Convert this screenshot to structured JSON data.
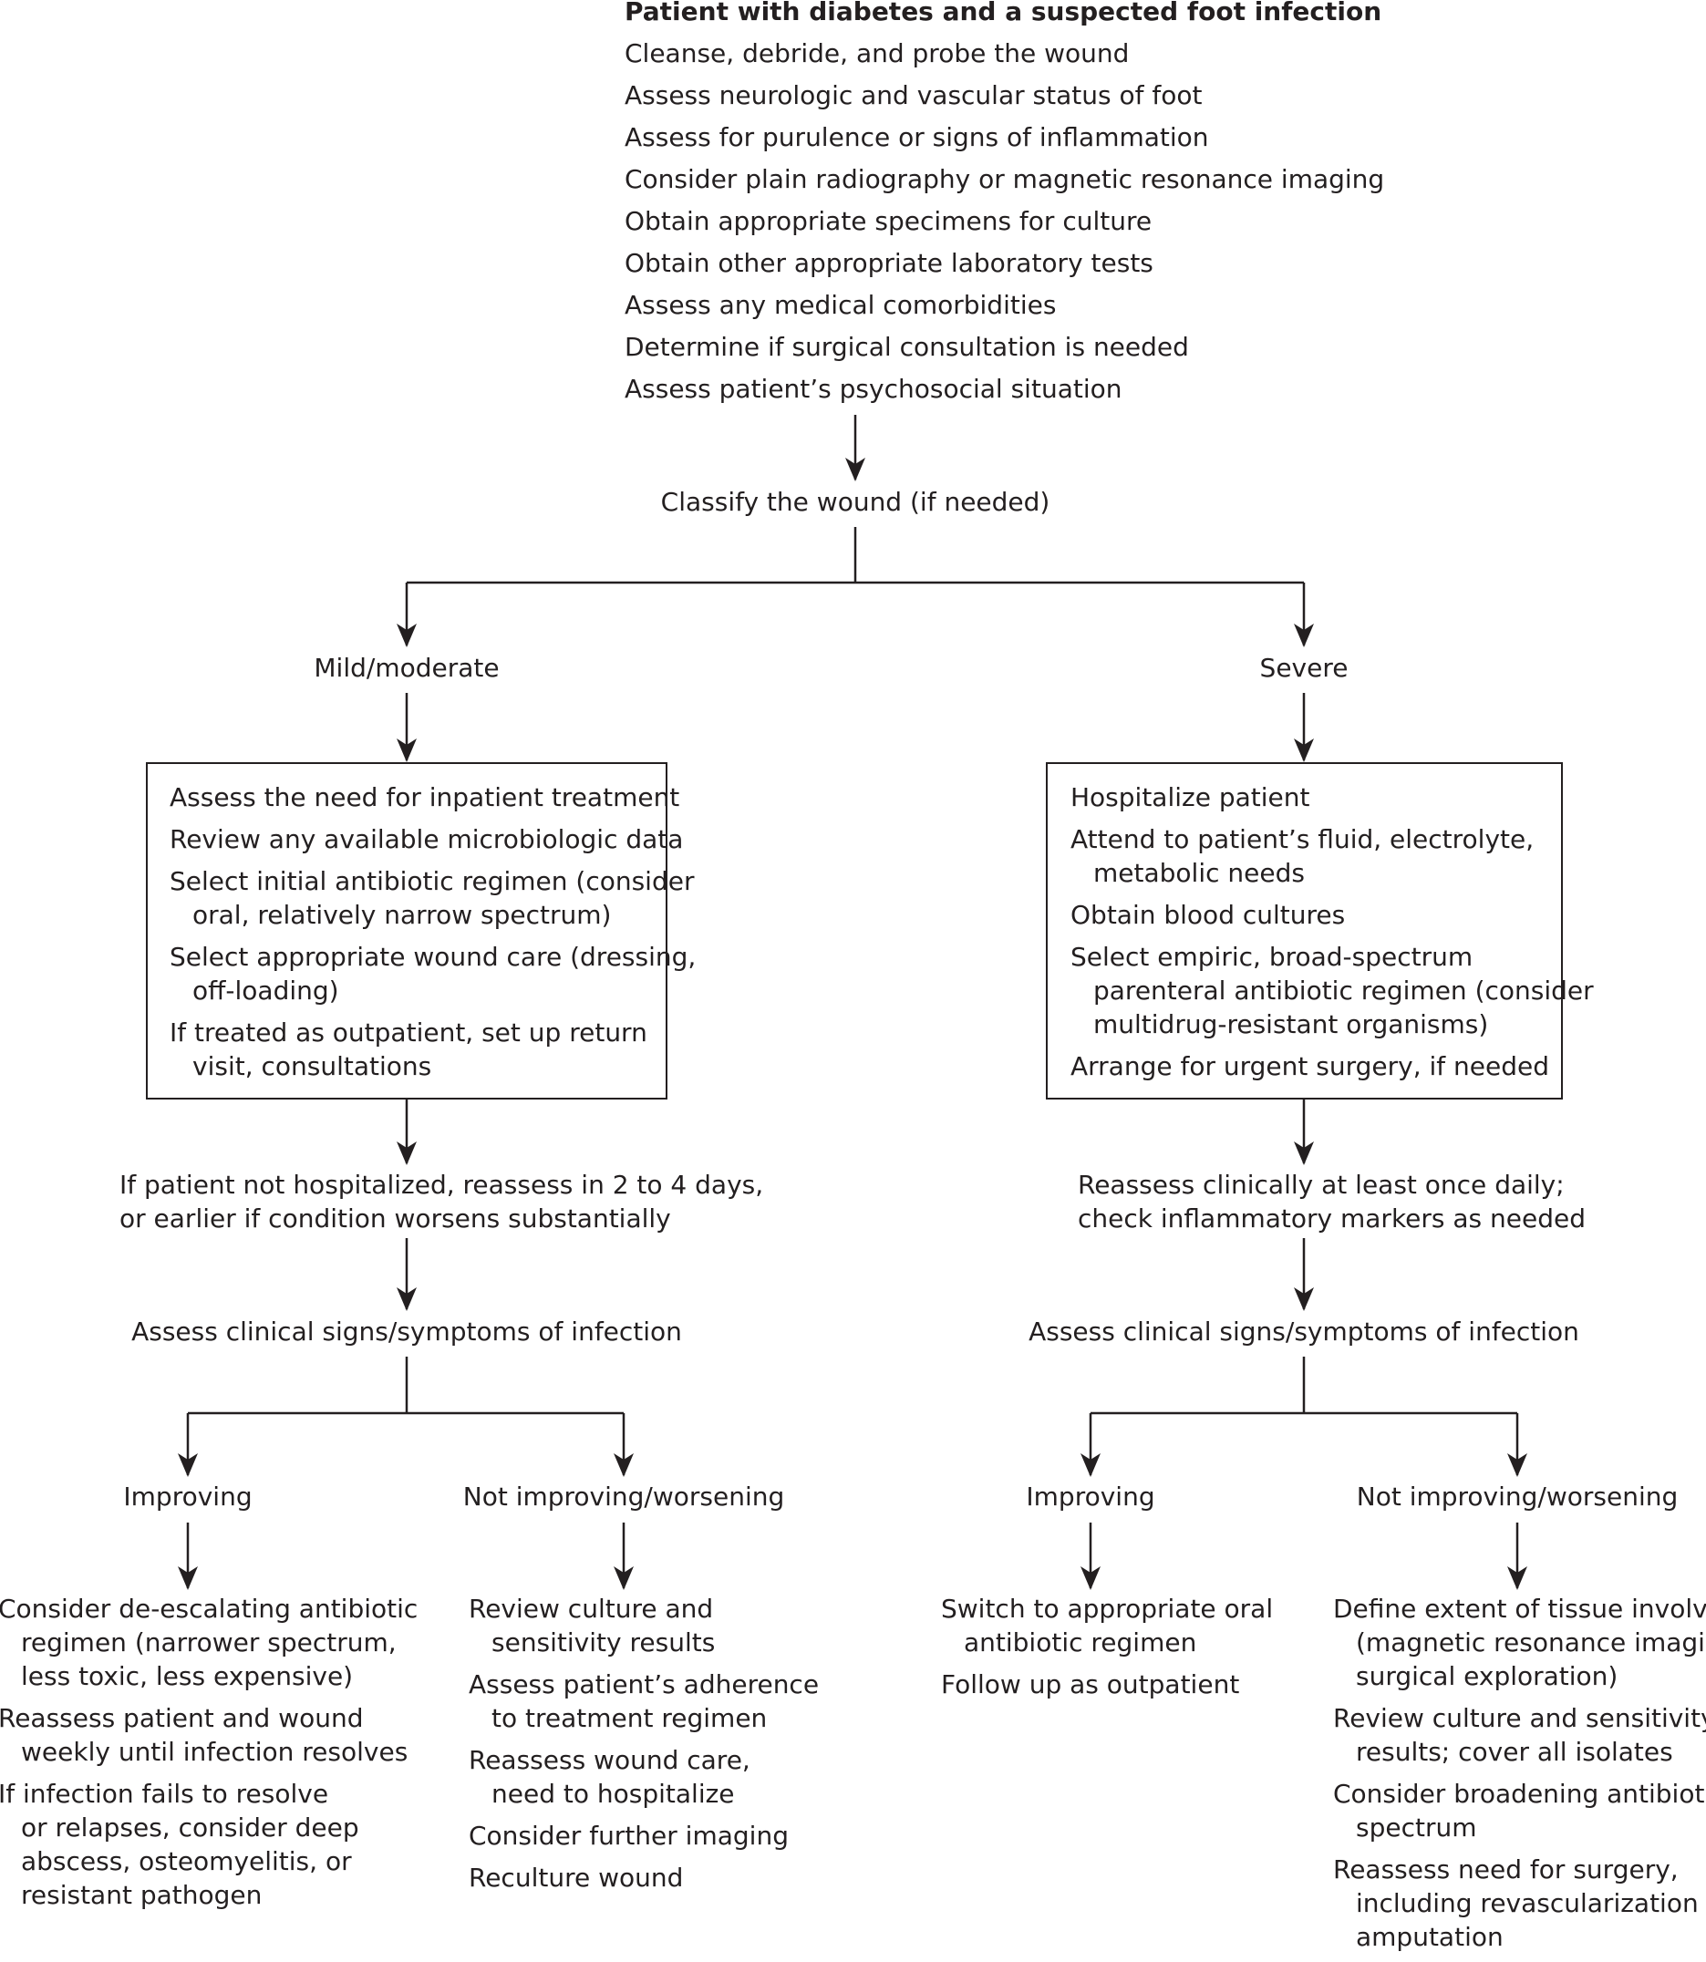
{
  "start": {
    "title": "Patient with diabetes and a suspected foot infection",
    "steps": [
      "Cleanse, debride, and probe the wound",
      "Assess neurologic and vascular status of foot",
      "Assess for purulence or signs of inflammation",
      "Consider plain radiography or magnetic resonance imaging",
      "Obtain appropriate specimens for culture",
      "Obtain other appropriate laboratory tests",
      "Assess any medical comorbidities",
      "Determine if surgical consultation is needed",
      "Assess patient’s psychosocial situation"
    ]
  },
  "classify": "Classify the wound (if needed)",
  "mild": {
    "label": "Mild/moderate",
    "box": [
      [
        "Assess the need for inpatient treatment"
      ],
      [
        "Review any available microbiologic data"
      ],
      [
        "Select initial antibiotic regimen (consider",
        "oral, relatively narrow spectrum)"
      ],
      [
        "Select appropriate wound care (dressing,",
        "off-loading)"
      ],
      [
        "If treated as outpatient, set up return",
        "visit, consultations"
      ]
    ],
    "reassess": [
      "If patient not hospitalized, reassess in 2 to 4 days,",
      "or earlier if condition worsens substantially"
    ],
    "assess": "Assess clinical signs/symptoms of infection",
    "improving": {
      "label": "Improving",
      "actions": [
        [
          "Consider de-escalating antibiotic",
          "regimen (narrower spectrum,",
          "less toxic, less expensive)"
        ],
        [
          "Reassess patient and wound",
          "weekly until infection resolves"
        ],
        [
          "If infection fails to resolve",
          "or relapses, consider deep",
          "abscess, osteomyelitis, or",
          "resistant pathogen"
        ]
      ]
    },
    "worsening": {
      "label": "Not improving/worsening",
      "actions": [
        [
          "Review culture and",
          "sensitivity results"
        ],
        [
          "Assess patient’s adherence",
          "to treatment regimen"
        ],
        [
          "Reassess wound care,",
          "need to hospitalize"
        ],
        [
          "Consider further imaging"
        ],
        [
          "Reculture wound"
        ]
      ]
    }
  },
  "severe": {
    "label": "Severe",
    "box": [
      [
        "Hospitalize patient"
      ],
      [
        "Attend to patient’s fluid, electrolyte,",
        "metabolic needs"
      ],
      [
        "Obtain blood cultures"
      ],
      [
        "Select empiric, broad-spectrum",
        "parenteral antibiotic regimen (consider",
        "multidrug-resistant organisms)"
      ],
      [
        "Arrange for urgent surgery, if needed"
      ]
    ],
    "reassess": [
      "Reassess clinically at least once daily;",
      "check inflammatory markers as needed"
    ],
    "assess": "Assess clinical signs/symptoms of infection",
    "improving": {
      "label": "Improving",
      "actions": [
        [
          "Switch to appropriate oral",
          "antibiotic regimen"
        ],
        [
          "Follow up as outpatient"
        ]
      ]
    },
    "worsening": {
      "label": "Not improving/worsening",
      "actions": [
        [
          "Define extent of tissue involved",
          "(magnetic resonance imaging,",
          "surgical exploration)"
        ],
        [
          "Review culture and sensitivity",
          "results; cover all isolates"
        ],
        [
          "Consider broadening antibiotic",
          "spectrum"
        ],
        [
          "Reassess need for surgery,",
          "including revascularization or",
          "amputation"
        ]
      ]
    }
  }
}
